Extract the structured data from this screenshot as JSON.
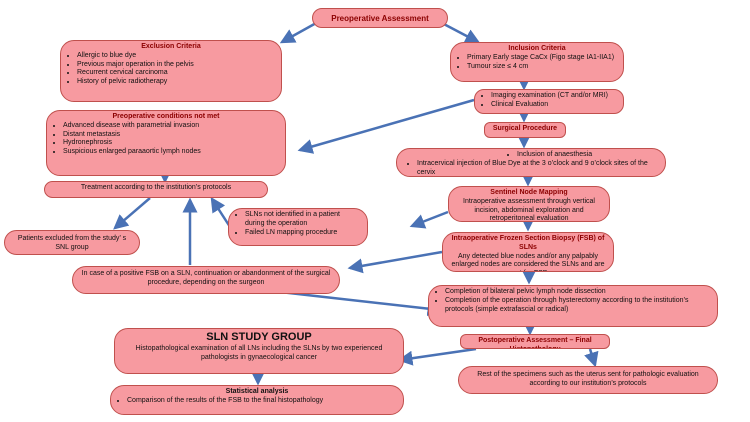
{
  "preop": "Preoperative Assessment",
  "exclusion": {
    "title": "Exclusion Criteria",
    "items": [
      "Allergic to blue dye",
      "Previous major operation in the pelvis",
      "Recurrent cervical carcinoma",
      "History of pelvic radiotherapy"
    ]
  },
  "inclusion": {
    "title": "Inclusion Criteria",
    "items": [
      "Primary Early stage CaCx (Figo stage IA1-IIA1)",
      "Tumour size ≤ 4 cm"
    ]
  },
  "imaging": {
    "items": [
      "Imaging examination (CT and/or MRI)",
      "Clinical Evaluation"
    ]
  },
  "surgical": "Surgical Procedure",
  "not_met": {
    "title": "Preoperative conditions not met",
    "items": [
      "Advanced disease with parametrial invasion",
      "Distant metastasis",
      "Hydronephrosis",
      "Suspicious enlarged paraaortic lymph nodes"
    ]
  },
  "anaesthesia": {
    "items": [
      "Inclusion of anaesthesia",
      "Intracervical injection of Blue Dye at the 3 o’clock and 9 o’clock sites of the cervix"
    ]
  },
  "treatment": "Treatment according to the institution’s protocols",
  "sentinel": {
    "title": "Sentinel Node Mapping",
    "text": "Intraoperative assessment through vertical incision, abdominal exploration and retroperitoneal evaluation"
  },
  "not_identified": {
    "items": [
      "SLNs not identified in a patient during the operation",
      "Failed LN mapping procedure"
    ]
  },
  "excluded": "Patients excluded from the study’ s SNL group",
  "fsb": {
    "title": "Intraoperative Frozen Section Biopsy (FSB) of SLNs",
    "text": "Any detected blue nodes and/or any palpably enlarged nodes are considered the SLNs and are sent for FSB"
  },
  "positive_fsb": "In case of a positive FSB on a SLN,  continuation or abandonment of the surgical procedure, depending on the surgeon",
  "completion": {
    "items": [
      "Completion of  bilateral pelvic lymph node dissection",
      "Completion of the operation through hysterectomy according to the institution’s protocols (simple extrafascial or radical)"
    ]
  },
  "postop": "Postoperative Assessment – Final Histopathology",
  "sln_group": {
    "title": "SLN STUDY GROUP",
    "text": "Histopathological examination of all LNs including the SLNs by two experienced pathologists in gynaecological cancer"
  },
  "rest": "Rest of the specimens such as the uterus sent for pathologic evaluation according to our institution’s protocols",
  "statistical": {
    "title": "Statistical analysis",
    "items": [
      "Comparison of the results of the FSB to the final histopathology"
    ]
  },
  "colors": {
    "box_fill": "#f79aa0",
    "box_border": "#c0504d",
    "arrow": "#4a72b5",
    "title_text": "#8b0000"
  }
}
